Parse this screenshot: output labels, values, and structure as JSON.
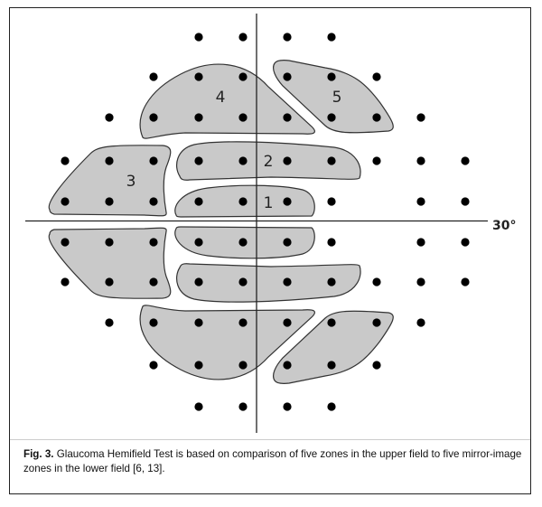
{
  "figure": {
    "zone_labels": [
      "1",
      "2",
      "3",
      "4",
      "5"
    ],
    "axis_label": "30°",
    "zone_fill": "#c9c9c9",
    "zone_stroke": "#333333",
    "dot_color": "#000000"
  },
  "caption": {
    "label": "Fig. 3.",
    "text": " Glaucoma Hemifield Test is based on comparison of five zones in the upper field to five mirror-image zones in the lower field [6, 13]."
  }
}
